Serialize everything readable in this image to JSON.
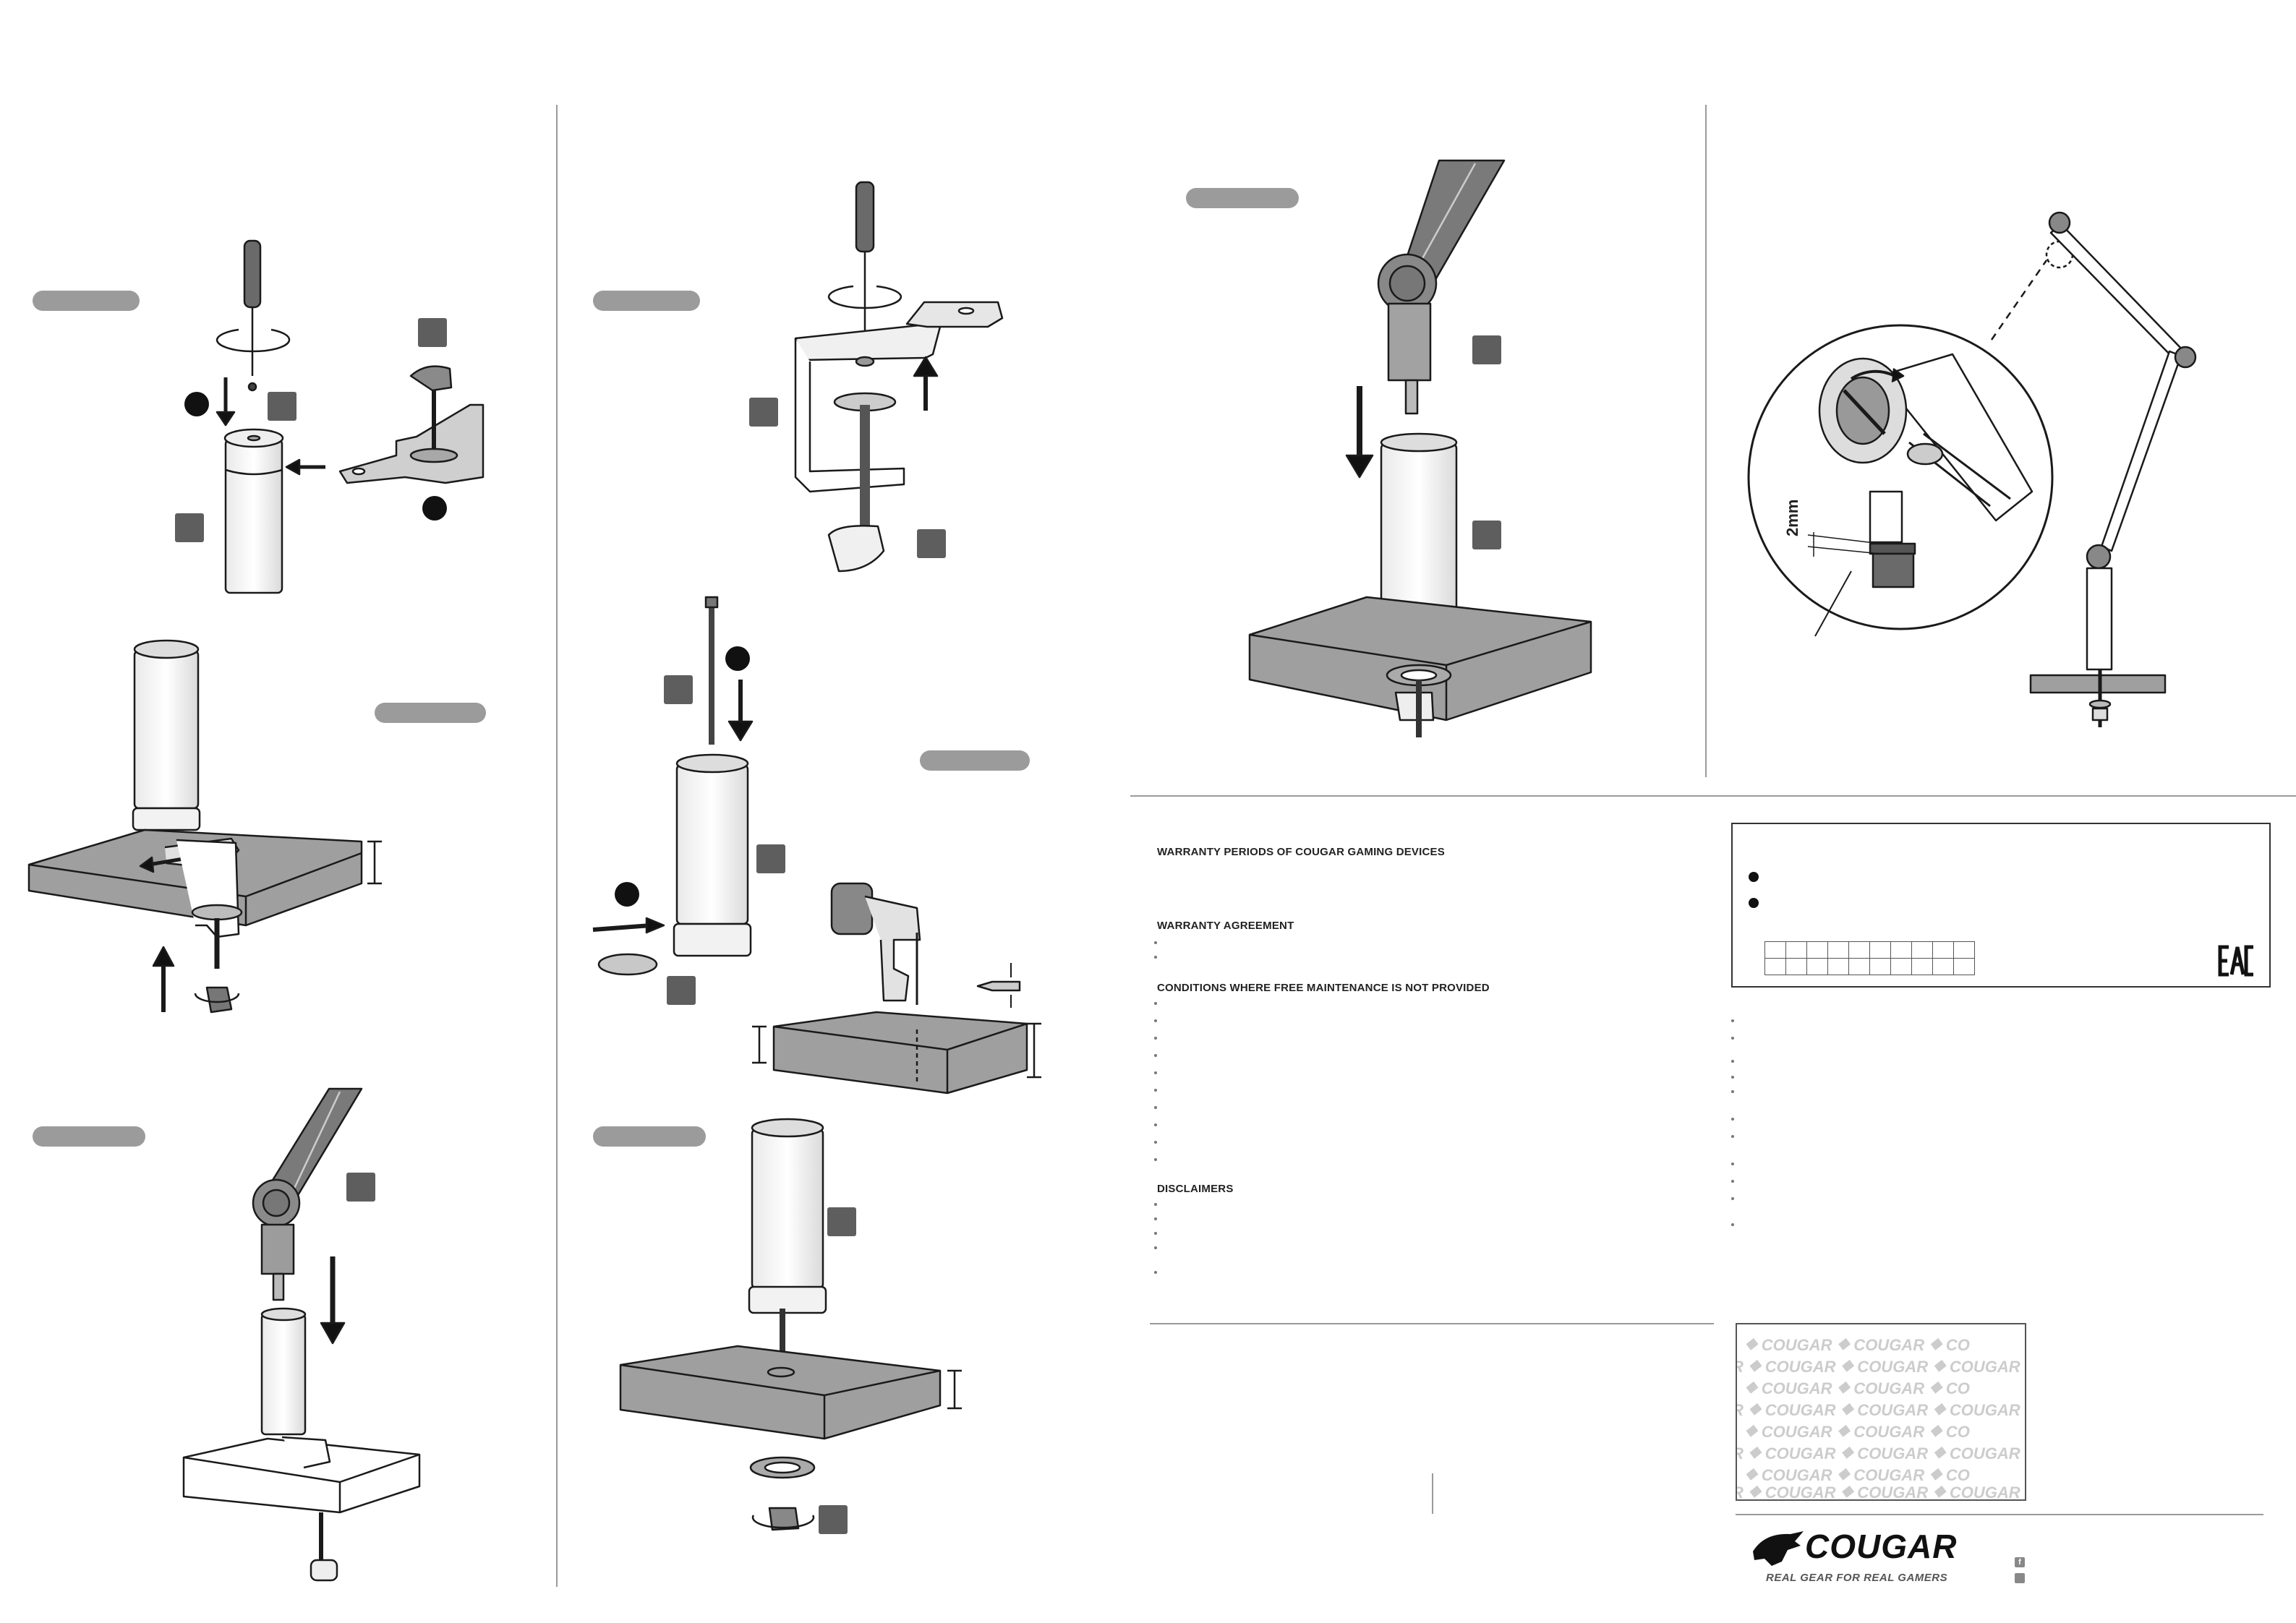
{
  "warranty": {
    "heading_periods": "WARRANTY PERIODS OF COUGAR GAMING DEVICES",
    "heading_agreement": "WARRANTY AGREEMENT",
    "heading_conditions": "CONDITIONS WHERE FREE MAINTENANCE IS NOT PROVIDED",
    "heading_disclaimers": "DISCLAIMERS"
  },
  "diagram": {
    "gap_label": "2mm"
  },
  "brand": {
    "name": "COUGAR",
    "slogan": "REAL GEAR FOR REAL GAMERS",
    "watermark": "COUGAR"
  },
  "colors": {
    "pill": "#9b9b9b",
    "marker": "#5e5e5e",
    "desk": "#9f9f9f",
    "line": "#1a1a1a"
  },
  "icons": [
    "screwdriver-icon",
    "power-drill-icon",
    "facebook-icon",
    "youtube-icon",
    "eac-mark-icon"
  ]
}
